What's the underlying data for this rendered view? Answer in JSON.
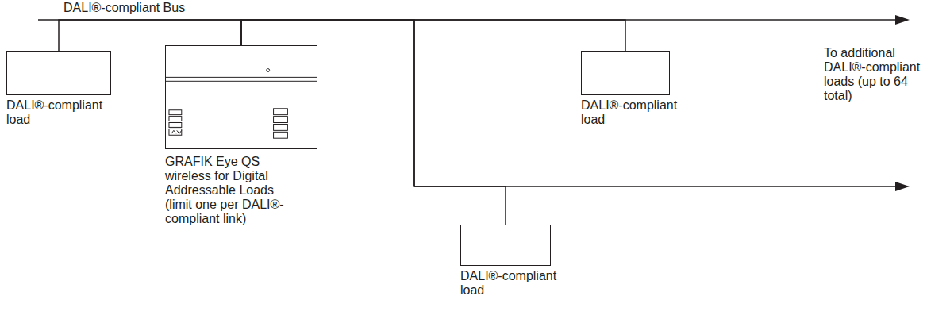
{
  "diagram": {
    "nodes": [
      {
        "text": [
          "DALI®-compliant load"
        ]
      },
      {
        "text": [
          "GRAFIK Eye QS wireless for Digital Addressable Loads (limit one per DALI®-compliant link)"
        ]
      },
      {
        "text": [
          "DALI®-compliant load"
        ]
      },
      {
        "text": [
          "DALI®-compliant load"
        ]
      }
    ],
    "edges": [
      {
        "from": 1,
        "to": 0,
        "arrow": "none"
      },
      {
        "from": 1,
        "to": 2,
        "arrow": "none"
      },
      {
        "from": 1,
        "to": 3,
        "arrow": "none"
      }
    ],
    "labels": [
      "DALI®-compliant Bus",
      "To additional DALI®-compliant loads (up to 64 total)"
    ]
  }
}
